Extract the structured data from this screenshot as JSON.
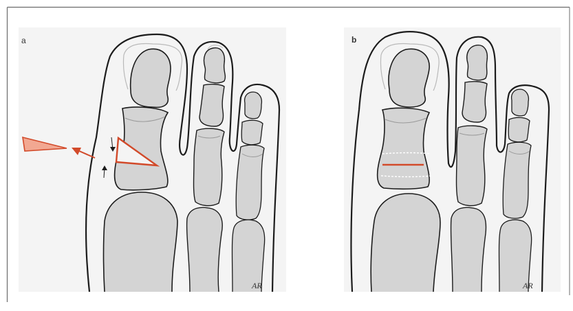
{
  "figure": {
    "panel_a_label": "a",
    "panel_b_label": "b",
    "artist_signature": "AR",
    "colors": {
      "page": "#ffffff",
      "frame": "#6b6b6b",
      "panel_background": "#f4f4f4",
      "bone_fill": "#d4d4d4",
      "outline": "#1c1c1c",
      "osteotomy_red": "#d24a2a",
      "wedge_fill": "#f2a892"
    }
  }
}
